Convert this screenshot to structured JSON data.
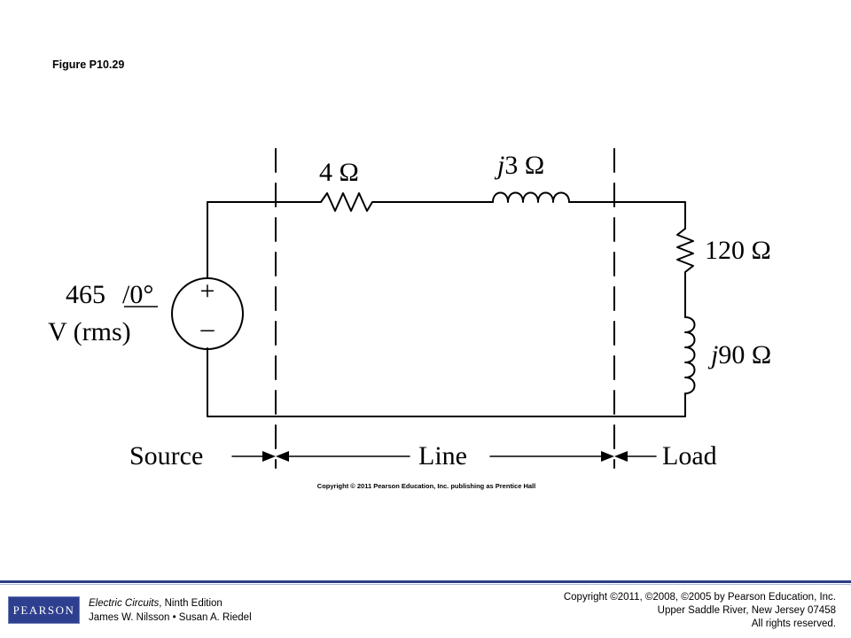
{
  "figure": {
    "title": "Figure P10.29"
  },
  "circuit": {
    "resistor_line": "4 Ω",
    "inductor_line_j": "j",
    "inductor_line_value": "3 Ω",
    "resistor_load": "120 Ω",
    "inductor_load_j": "j",
    "inductor_load_value": "90 Ω",
    "source_magnitude": "465",
    "source_angle": "/0°",
    "source_unit": "V (rms)",
    "plus_sign": "+",
    "minus_sign": "–",
    "section_source": "Source",
    "section_line": "Line",
    "section_load": "Load",
    "image_copyright": "Copyright © 2011 Pearson Education, Inc. publishing as Prentice Hall"
  },
  "footer": {
    "logo_text": "PEARSON",
    "book_title": "Electric Circuits",
    "book_edition": ", Ninth Edition",
    "authors": "James W. Nilsson • Susan A. Riedel",
    "copyright_line1": "Copyright ©2011, ©2008, ©2005 by Pearson Education, Inc.",
    "copyright_line2": "Upper Saddle River, New Jersey 07458",
    "copyright_line3": "All rights reserved."
  }
}
